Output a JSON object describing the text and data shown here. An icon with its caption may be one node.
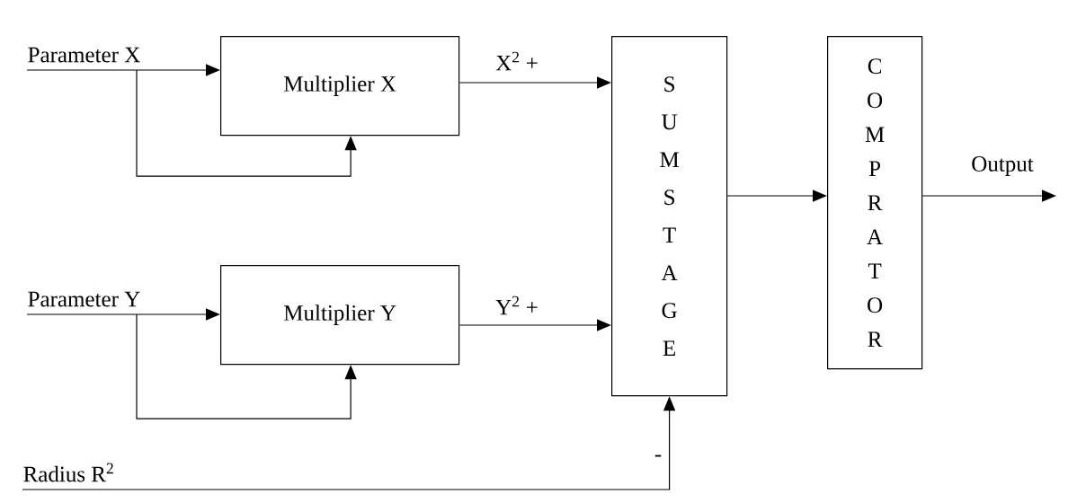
{
  "diagram": {
    "nodes": [
      {
        "text": [
          "Parameter X"
        ]
      },
      {
        "text": [
          "Multiplier X"
        ]
      },
      {
        "text": [
          "Parameter Y"
        ]
      },
      {
        "text": [
          "Multiplier Y"
        ]
      },
      {
        "text": [
          "Radius R$^{2}$"
        ]
      },
      {
        "text": [
          "S U M S T A G E"
        ]
      },
      {
        "text": [
          "C O M P R A T O R"
        ]
      }
    ],
    "edges": [
      {
        "from": 0,
        "to": 1,
        "arrow": "to"
      },
      {
        "from": 0,
        "to": 1,
        "arrow": "to"
      },
      {
        "from": 1,
        "to": 5,
        "arrow": "to",
        "label": "X$^{2}$ +"
      },
      {
        "from": 2,
        "to": 3,
        "arrow": "to"
      },
      {
        "from": 2,
        "to": 3,
        "arrow": "to"
      },
      {
        "from": 3,
        "to": 5,
        "arrow": "to",
        "label": "Y$^{2}$ +"
      },
      {
        "from": 4,
        "to": 5,
        "arrow": "to",
        "label": "-"
      },
      {
        "from": 5,
        "to": 6,
        "arrow": "to"
      },
      {
        "from": 6,
        "to": null,
        "arrow": "to",
        "label": "Output"
      }
    ]
  }
}
